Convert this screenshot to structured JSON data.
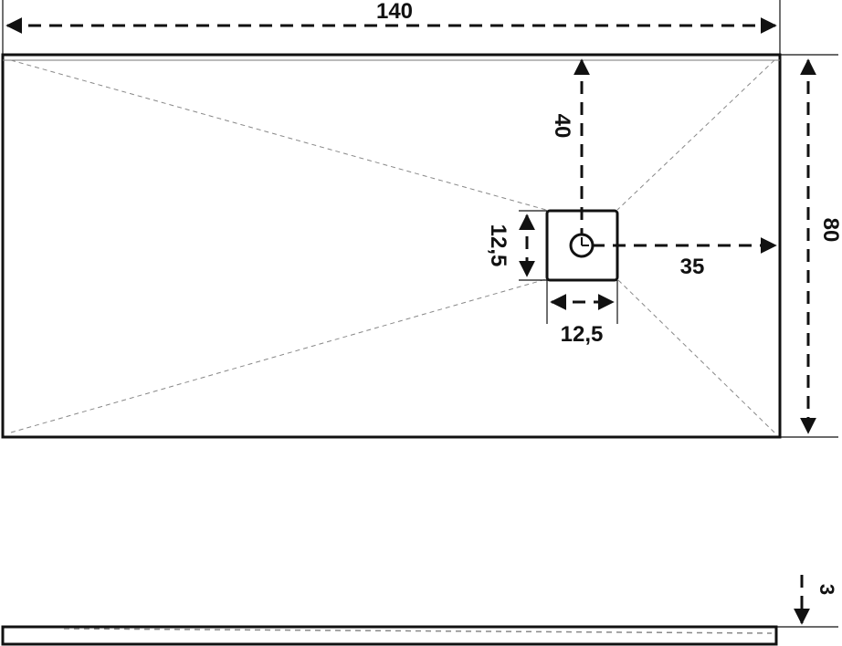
{
  "diagram": {
    "top_view": {
      "length_label": "140",
      "width_label": "80",
      "drain_offset_top_label": "40",
      "drain_offset_right_label": "35",
      "drain_height_label": "12,5",
      "drain_width_label": "12,5"
    },
    "side_view": {
      "thickness_label": "3"
    }
  }
}
